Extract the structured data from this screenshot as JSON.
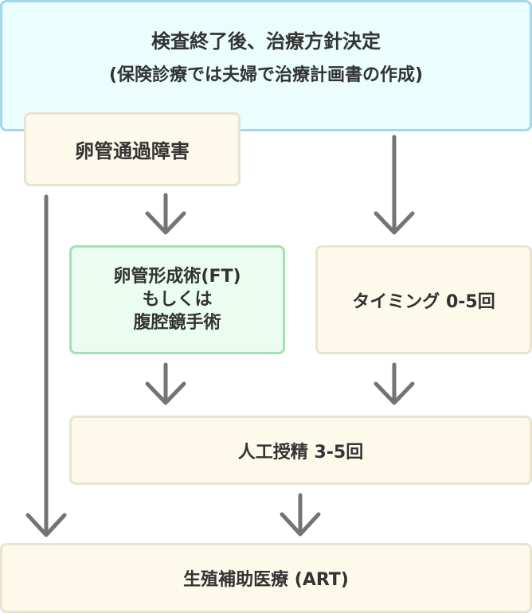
{
  "diagram": {
    "type": "flowchart",
    "nodes": {
      "top": {
        "title": "検査終了後、治療方針決定",
        "subtitle": "(保険診療では夫婦で治療計画書の作成)",
        "color": "#9fd8f0"
      },
      "tubal": {
        "label": "卵管通過障害",
        "color": "#e8e4cf"
      },
      "ft": {
        "lines": [
          "卵管形成術(FT)",
          "もしくは",
          "腹腔鏡手術"
        ],
        "color": "#a3e2b3"
      },
      "timing": {
        "label": "タイミング 0-5回",
        "color": "#e8e4cf"
      },
      "iui": {
        "label": "人工授精 3-5回",
        "color": "#e8e4cf"
      },
      "art": {
        "label": "生殖補助医療 (ART)",
        "color": "#e8e4cf"
      }
    },
    "edges": [
      {
        "from": "top",
        "to": "timing"
      },
      {
        "from": "tubal",
        "to": "ft"
      },
      {
        "from": "tubal",
        "to": "art"
      },
      {
        "from": "ft",
        "to": "iui"
      },
      {
        "from": "timing",
        "to": "iui"
      },
      {
        "from": "iui",
        "to": "art"
      }
    ],
    "arrow_color": "#747474"
  }
}
